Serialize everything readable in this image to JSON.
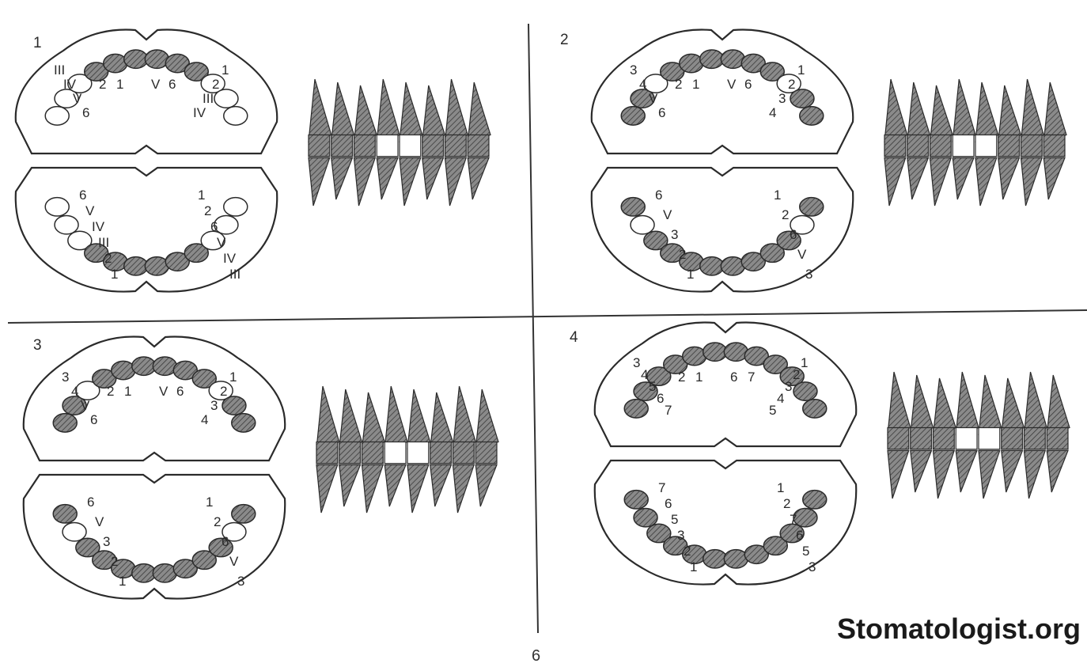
{
  "quadrants": [
    {
      "number": "1",
      "upper_labels": [
        "III",
        "IV",
        "V",
        "6",
        "2",
        "1",
        "1",
        "2",
        "III",
        "IV",
        "V",
        "6"
      ],
      "lower_labels": [
        "6",
        "V",
        "IV",
        "III",
        "2",
        "1",
        "1",
        "2",
        "6",
        "V",
        "IV",
        "III"
      ]
    },
    {
      "number": "2",
      "upper_labels": [
        "3",
        "4",
        "V",
        "6",
        "2",
        "1",
        "1",
        "2",
        "3",
        "4",
        "V",
        "6"
      ],
      "lower_labels": [
        "6",
        "V",
        "3",
        "2",
        "1",
        "1",
        "2",
        "6",
        "V",
        "3"
      ]
    },
    {
      "number": "3",
      "upper_labels": [
        "3",
        "4",
        "V",
        "6",
        "2",
        "1",
        "1",
        "2",
        "3",
        "4",
        "V",
        "6"
      ],
      "lower_labels": [
        "6",
        "V",
        "3",
        "2",
        "1",
        "1",
        "2",
        "6",
        "V",
        "3"
      ]
    },
    {
      "number": "4",
      "upper_labels": [
        "3",
        "4",
        "5",
        "6",
        "7",
        "2",
        "1",
        "1",
        "2",
        "3",
        "4",
        "5",
        "6",
        "7"
      ],
      "lower_labels": [
        "7",
        "6",
        "5",
        "3",
        "2",
        "1",
        "1",
        "2",
        "7",
        "6",
        "5",
        "3"
      ]
    }
  ],
  "watermark": "Stomatologist.org",
  "figure_number": "6",
  "colors": {
    "line": "#2b2b2b",
    "tooth_fill": "#7a7a7a",
    "background": "#ffffff"
  }
}
